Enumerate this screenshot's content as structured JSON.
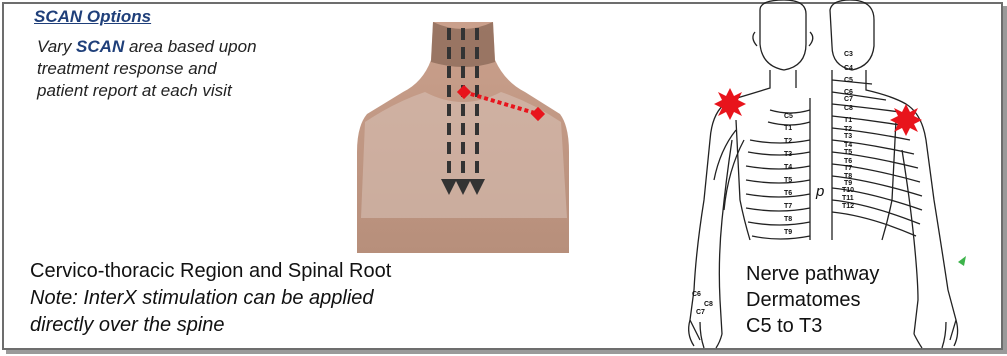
{
  "options": {
    "heading": "SCAN Options",
    "desc_part1": "Vary ",
    "desc_keyword": "SCAN",
    "desc_part2": " area based upon treatment response and patient report at each visit"
  },
  "caption": {
    "region": "Cervico-thoracic Region and Spinal Root",
    "note_line1": "Note: InterX stimulation can be applied",
    "note_line2": "directly over the spine"
  },
  "dermatome": {
    "label_p": "p",
    "left_levels": [
      "C5",
      "T1",
      "T2",
      "T3",
      "T4",
      "T5",
      "T6",
      "T7",
      "T8",
      "T9"
    ],
    "right_levels": [
      "C3",
      "C4",
      "C5",
      "C6",
      "C7",
      "C8",
      "T1",
      "T2",
      "T3",
      "T4",
      "T5",
      "T6",
      "T7",
      "T8",
      "T9",
      "T10",
      "T11",
      "T12"
    ],
    "hand_levels": [
      "C6",
      "C8",
      "C7"
    ],
    "nerve_line1": "Nerve pathway",
    "nerve_line2": "Dermatomes",
    "nerve_line3": "C5 to T3"
  },
  "colors": {
    "heading": "#1f3f7a",
    "marker": "#e8141c",
    "burst": "#e8141c"
  }
}
